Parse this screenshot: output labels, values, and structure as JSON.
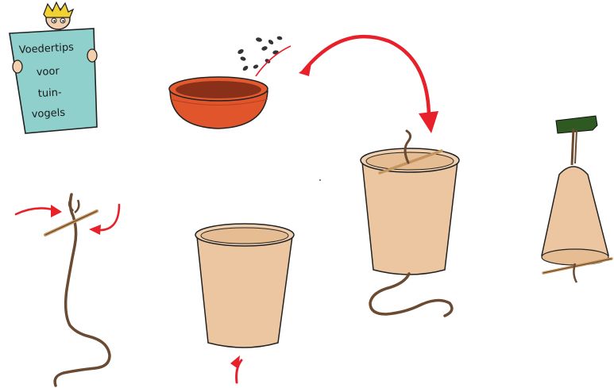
{
  "sign": {
    "line1": "Voedertips",
    "line2": "voor",
    "line3": "tuin-",
    "line4": "vogels"
  },
  "steps": [
    {
      "icon": "seed-bowl-icon"
    },
    {
      "icon": "string-and-stick-icon"
    },
    {
      "icon": "paper-cup-icon"
    },
    {
      "icon": "cup-with-string-icon"
    },
    {
      "icon": "hanging-feeder-icon"
    }
  ],
  "colors": {
    "arrow": "#e8202a",
    "bowl": "#e0552b",
    "bowl_inner": "#8a3018",
    "cup": "#ebc6a0",
    "string": "#6b4a32",
    "sign": "#8fd0cc",
    "tape": "#2e5a22",
    "seed": "#333333"
  }
}
